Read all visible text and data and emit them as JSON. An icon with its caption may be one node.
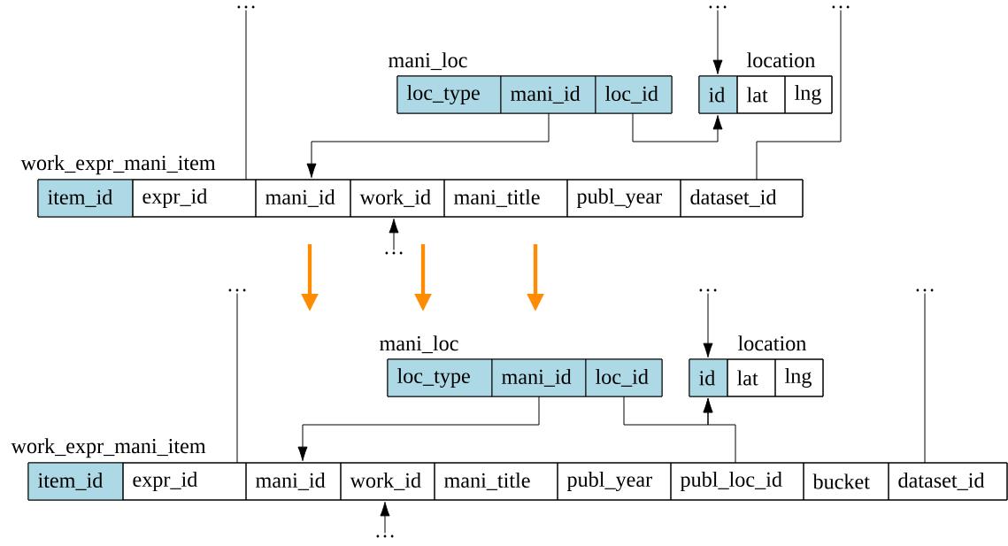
{
  "diagram": {
    "nodes": [
      {
        "text": [
          "…"
        ]
      },
      {
        "text": [
          "…"
        ]
      },
      {
        "text": [
          "…"
        ]
      },
      {
        "text": [
          "mani_loc"
        ]
      },
      {
        "text": [
          "loc_type"
        ],
        "in": 3
      },
      {
        "text": [
          "mani_id"
        ],
        "in": 3
      },
      {
        "text": [
          "loc_id"
        ],
        "in": 3
      },
      {
        "text": [
          "location"
        ]
      },
      {
        "text": [
          "id"
        ],
        "in": 7
      },
      {
        "text": [
          "lat"
        ],
        "in": 7
      },
      {
        "text": [
          "lng"
        ],
        "in": 7
      },
      {
        "text": [
          "work_expr_mani_item"
        ]
      },
      {
        "text": [
          "item_id"
        ],
        "in": 11
      },
      {
        "text": [
          "expr_id"
        ],
        "in": 11
      },
      {
        "text": [
          "mani_id"
        ],
        "in": 11
      },
      {
        "text": [
          "work_id"
        ],
        "in": 11
      },
      {
        "text": [
          "mani_title"
        ],
        "in": 11
      },
      {
        "text": [
          "publ_year"
        ],
        "in": 11
      },
      {
        "text": [
          "dataset_id"
        ],
        "in": 11
      },
      {
        "text": [
          "…"
        ]
      },
      {
        "text": [
          "…"
        ]
      },
      {
        "text": [
          "…"
        ]
      },
      {
        "text": [
          "…"
        ]
      },
      {
        "text": [
          "mani_loc"
        ]
      },
      {
        "text": [
          "loc_type"
        ],
        "in": 23
      },
      {
        "text": [
          "mani_id"
        ],
        "in": 23
      },
      {
        "text": [
          "loc_id"
        ],
        "in": 23
      },
      {
        "text": [
          "location"
        ]
      },
      {
        "text": [
          "id"
        ],
        "in": 27
      },
      {
        "text": [
          "lat"
        ],
        "in": 27
      },
      {
        "text": [
          "lng"
        ],
        "in": 27
      },
      {
        "text": [
          "work_expr_mani_item"
        ]
      },
      {
        "text": [
          "item_id"
        ],
        "in": 31
      },
      {
        "text": [
          "expr_id"
        ],
        "in": 31
      },
      {
        "text": [
          "mani_id"
        ],
        "in": 31
      },
      {
        "text": [
          "work_id"
        ],
        "in": 31
      },
      {
        "text": [
          "mani_title"
        ],
        "in": 31
      },
      {
        "text": [
          "publ_year"
        ],
        "in": 31
      },
      {
        "text": [
          "publ_loc_id"
        ],
        "in": 31
      },
      {
        "text": [
          "bucket"
        ],
        "in": 31
      },
      {
        "text": [
          "dataset_id"
        ],
        "in": 31
      },
      {
        "text": [
          "…"
        ]
      }
    ],
    "edges": [
      {
        "from": 0,
        "to": 13,
        "arrow": "none"
      },
      {
        "from": 1,
        "to": 8,
        "arrow": "to"
      },
      {
        "from": 2,
        "to": 18,
        "arrow": "none"
      },
      {
        "from": 5,
        "to": 14,
        "arrow": "to"
      },
      {
        "from": 6,
        "to": 8,
        "arrow": "to"
      },
      {
        "from": 19,
        "to": 15,
        "arrow": "to"
      },
      {
        "from": 20,
        "to": 33,
        "arrow": "none"
      },
      {
        "from": 21,
        "to": 28,
        "arrow": "to"
      },
      {
        "from": 22,
        "to": 40,
        "arrow": "none"
      },
      {
        "from": 25,
        "to": 34,
        "arrow": "to"
      },
      {
        "from": 26,
        "to": 28,
        "arrow": "to"
      },
      {
        "from": 38,
        "to": 28,
        "arrow": "to"
      },
      {
        "from": 41,
        "to": 35,
        "arrow": "to"
      }
    ]
  }
}
